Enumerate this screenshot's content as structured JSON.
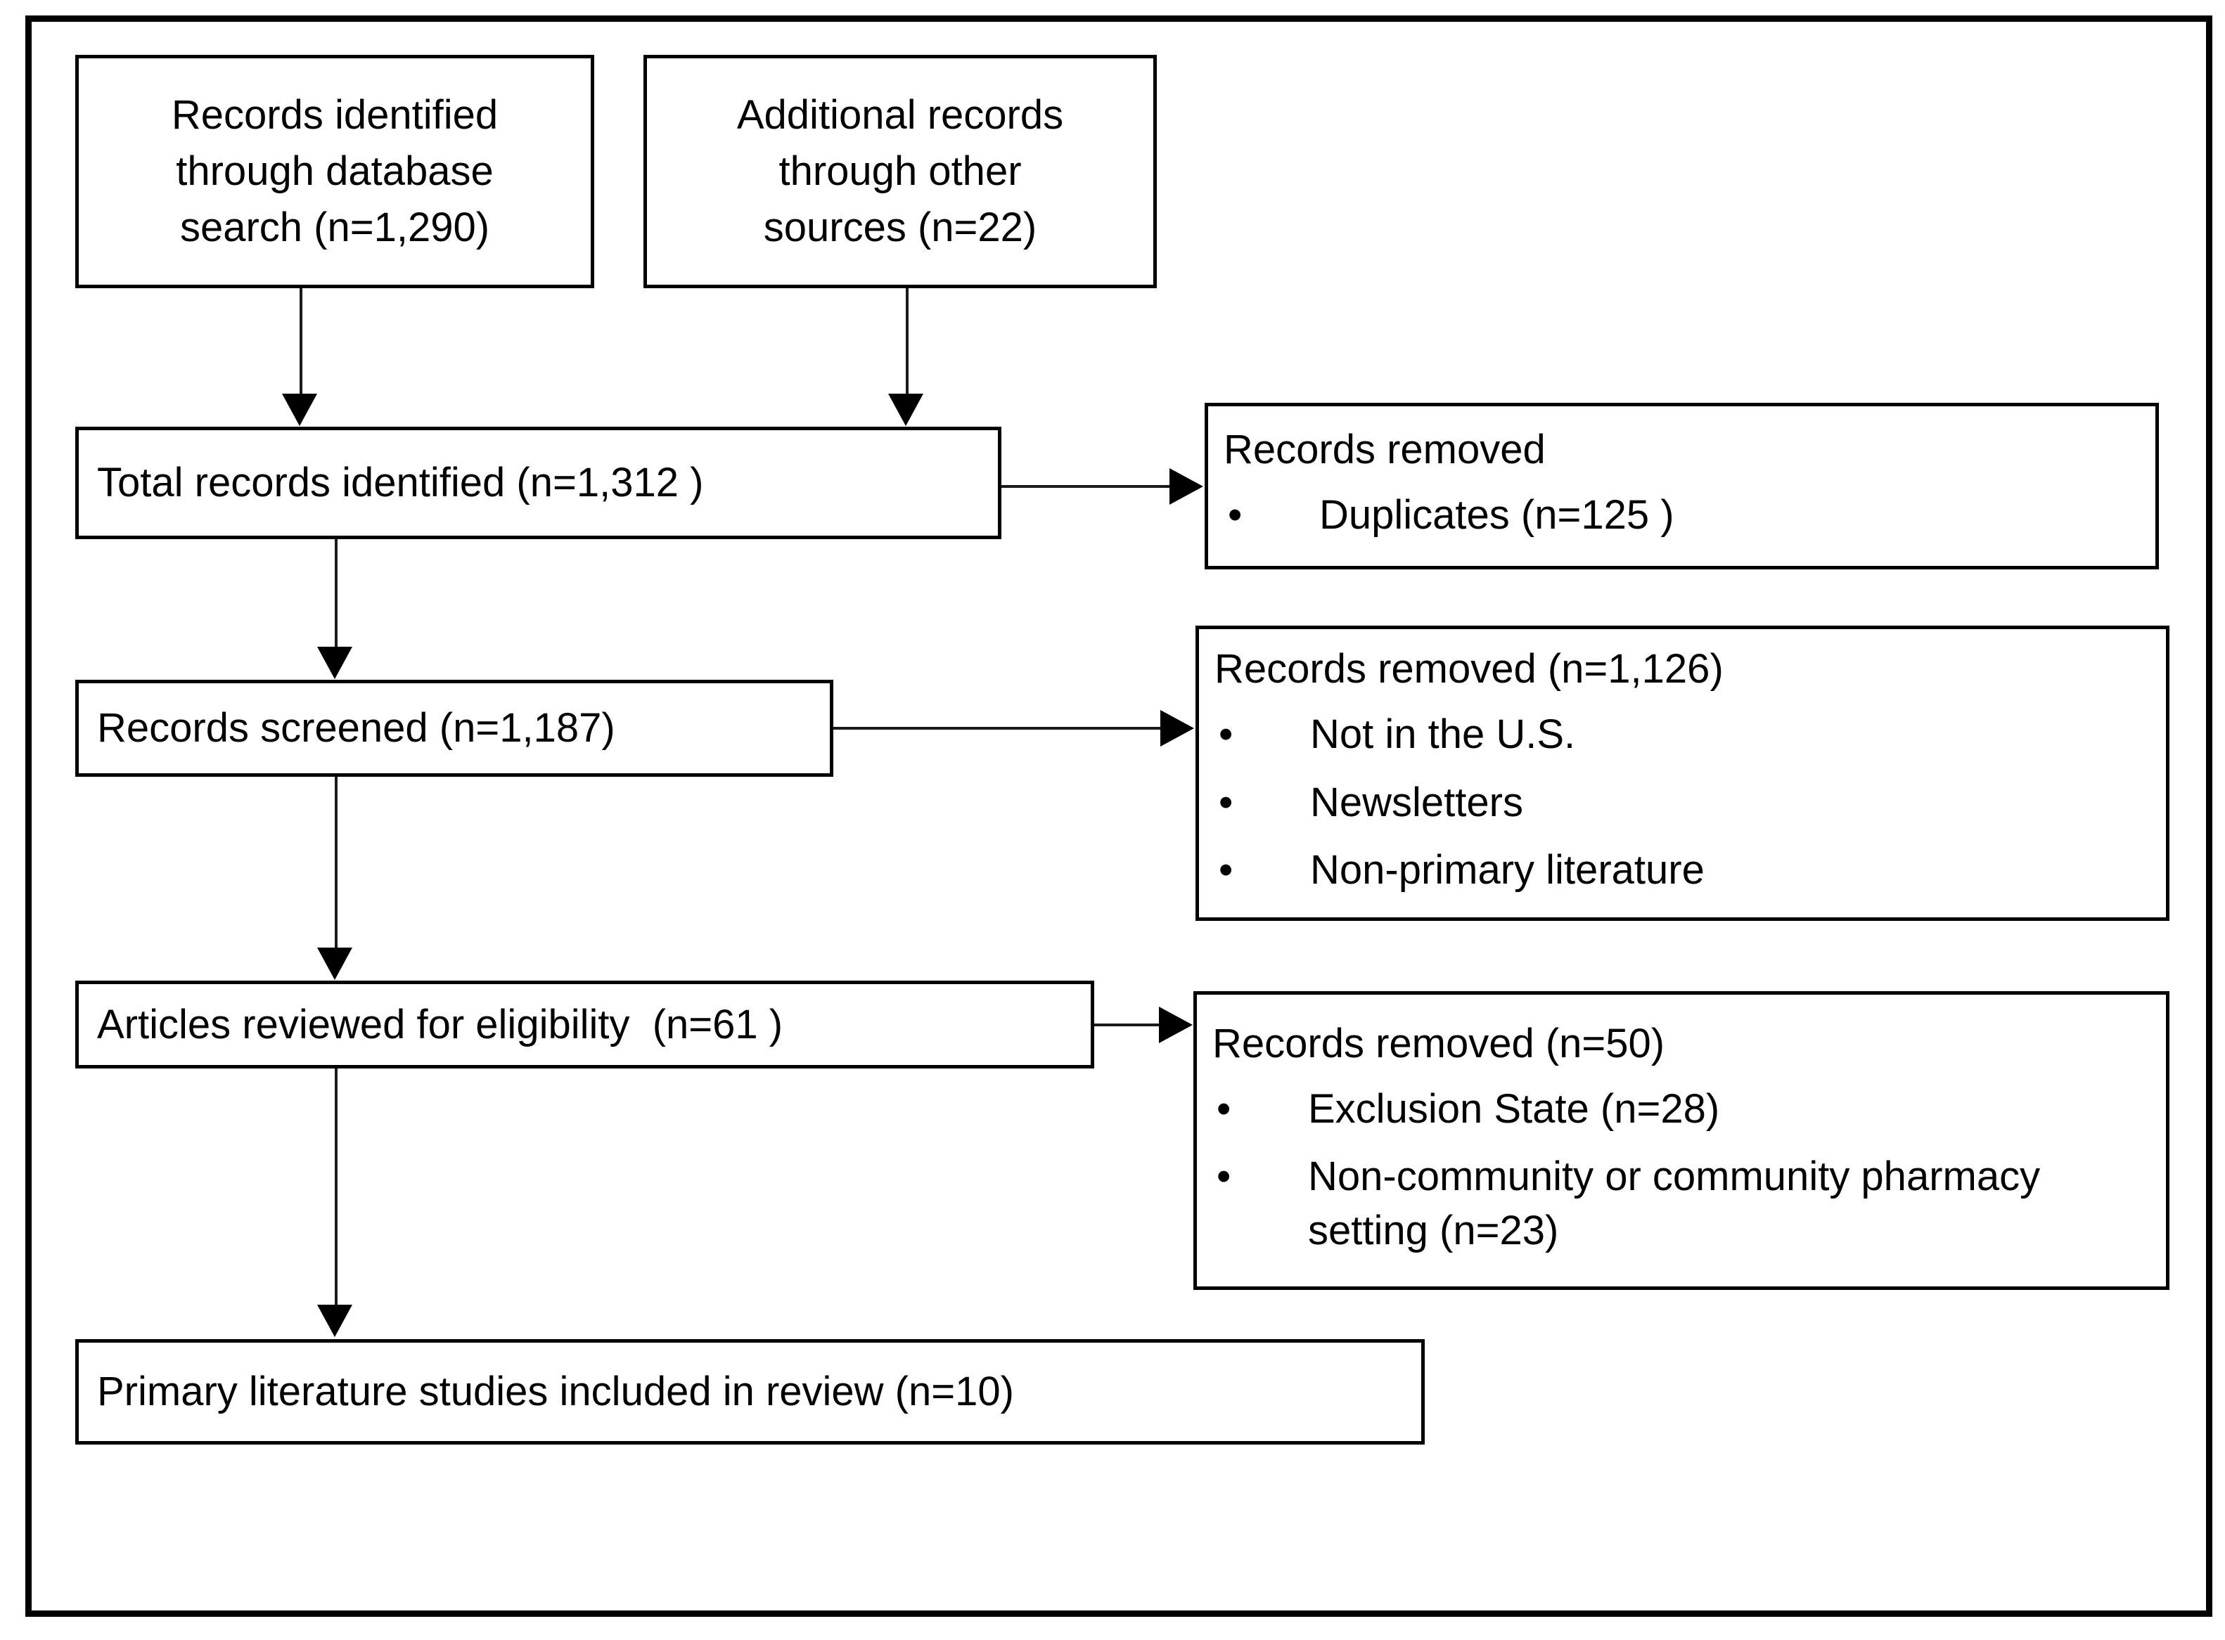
{
  "diagram": {
    "type": "prisma-flow-diagram",
    "title": "",
    "frame_color": "#000000",
    "box_border_color": "#000000",
    "connector_color": "#1a1a1a",
    "background": "#ffffff"
  },
  "identification": {
    "database_box": {
      "line1": "Records identified",
      "line2": "through database",
      "line3": "search (n=1,290)",
      "n": 1290
    },
    "other_sources_box": {
      "line1": "Additional records",
      "line2": "through other",
      "line3": "sources (n=22)",
      "n": 22
    }
  },
  "total_records": {
    "label": "Total records identified (n=1,312 )",
    "n": 1312
  },
  "duplicates_removed": {
    "heading": "Records removed",
    "bullets": [
      "Duplicates (n=125 )"
    ],
    "n": 125
  },
  "screening": {
    "label": "Records screened (n=1,187)",
    "n": 1187
  },
  "screening_removed": {
    "heading": "Records removed (n=1,126)",
    "n": 1126,
    "bullets": [
      "Not in the U.S.",
      "Newsletters",
      "Non-primary literature"
    ]
  },
  "eligibility": {
    "label": "Articles reviewed for eligibility  (n=61 )",
    "n": 61
  },
  "eligibility_removed": {
    "heading": "Records removed (n=50)",
    "n": 50,
    "bullets": [
      "Exclusion State (n=28)",
      "Non-community or community pharmacy setting (n=23)"
    ]
  },
  "included": {
    "label": "Primary literature studies included in review (n=10)",
    "n": 10
  }
}
